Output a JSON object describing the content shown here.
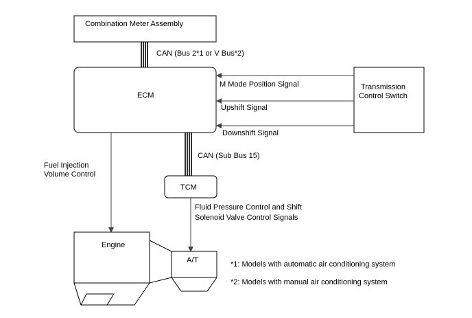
{
  "blocks": {
    "combination_meter": "Combination Meter Assembly",
    "ecm": "ECM",
    "transmission_switch_line1": "Transmission",
    "transmission_switch_line2": "Control Switch",
    "tcm": "TCM",
    "engine": "Engine",
    "at": "A/T"
  },
  "buses": {
    "can_main": "CAN (Bus 2*1 or V Bus*2)",
    "can_sub": "CAN (Sub Bus 15)"
  },
  "signals": {
    "m_mode": "M Mode Position Signal",
    "upshift": "Upshift Signal",
    "downshift": "Downshift Signal",
    "fuel_line1": "Fuel Injection",
    "fuel_line2": "Volume Control",
    "fluid_line1": "Fluid Pressure Control and Shift",
    "fluid_line2": "Solenoid Valve Control Signals"
  },
  "notes": {
    "note1": "*1: Models with automatic air conditioning system",
    "note2": "*2: Models with manual air conditioning system"
  }
}
